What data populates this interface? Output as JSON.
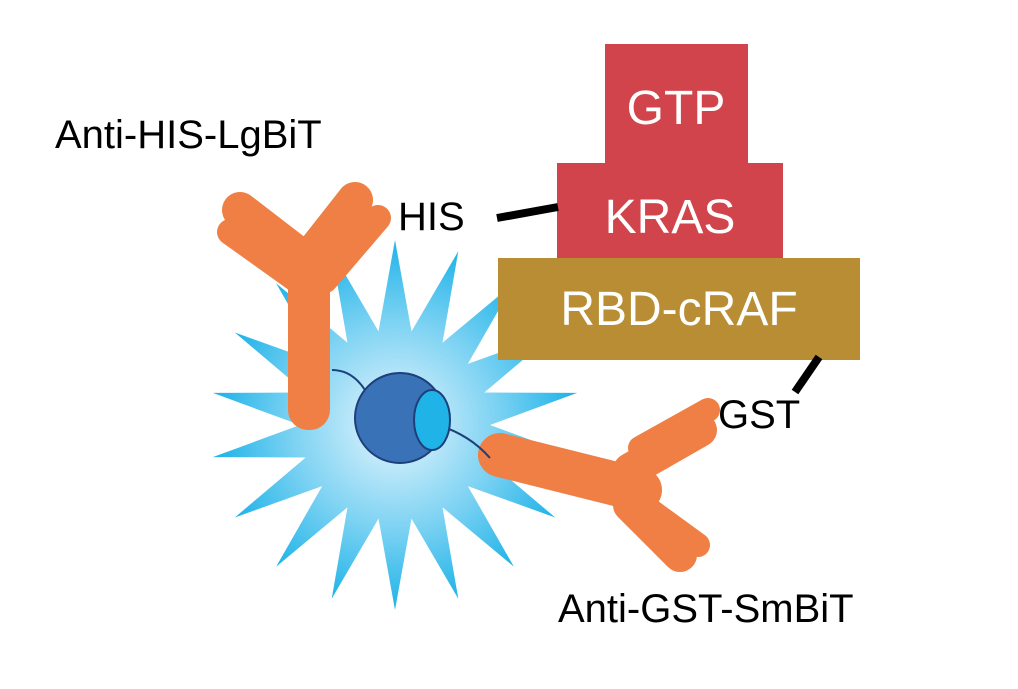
{
  "labels": {
    "anti_his": "Anti-HIS-LgBiT",
    "anti_gst": "Anti-GST-SmBiT",
    "his_tag": "HIS",
    "gst_tag": "GST",
    "gtp": "GTP",
    "kras": "KRAS",
    "rbd": "RBD-cRAF"
  },
  "colors": {
    "gtp_kras": "#d2444b",
    "rbd": "#b88d33",
    "antibody": "#f07f45",
    "burst_inner": "#e8f6fd",
    "burst_outer": "#1fb3e8",
    "luciferase_dark": "#3a72b8",
    "luciferase_light": "#1fb3e8",
    "text": "#000000"
  }
}
